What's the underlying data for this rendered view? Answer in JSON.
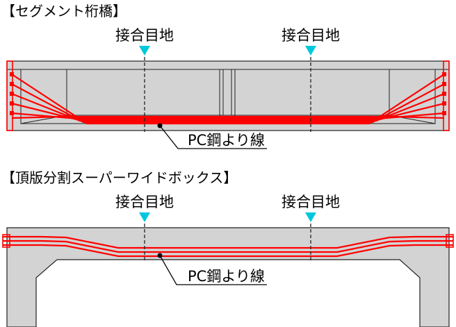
{
  "segment_girder": {
    "title": "【セグメント桁橋】",
    "joint_label_left": "接合目地",
    "joint_label_right": "接合目地",
    "strand_label": "PC鋼より線"
  },
  "box_girder": {
    "title": "【頂版分割スーパーワイドボックス】",
    "joint_label_left": "接合目地",
    "joint_label_right": "接合目地",
    "strand_label": "PC鋼より線"
  },
  "colors": {
    "concrete": "#d3d3d3",
    "tendon": "#ff0000",
    "joint_marker": "#00c8dc",
    "outline": "#222222"
  }
}
